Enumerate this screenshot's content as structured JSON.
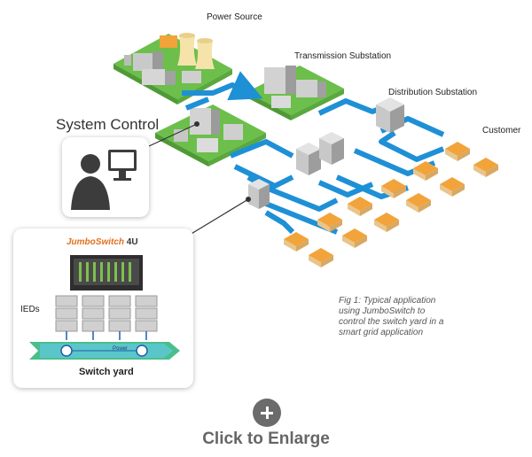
{
  "labels": {
    "power_source": "Power Source",
    "transmission_substation": "Transmission Substation",
    "distribution_substation": "Distribution Substation",
    "customer": "Customer",
    "system_control": "System Control"
  },
  "jumboswitch": {
    "brand": "JumboSwitch",
    "model": "4U",
    "ieds_label": "IEDs",
    "switch_yard_label": "Switch yard",
    "power_label": "Power"
  },
  "caption": "Fig 1: Typical application using JumboSwitch to control the switch yard in a smart grid application",
  "enlarge": {
    "icon": "plus-circle-icon",
    "label": "Click to Enlarge"
  },
  "colors": {
    "grid_green": "#6cbf4b",
    "feeder_blue": "#1e90d6",
    "house_orange": "#f2a33a",
    "enlarge_gray": "#6b6b6b"
  }
}
